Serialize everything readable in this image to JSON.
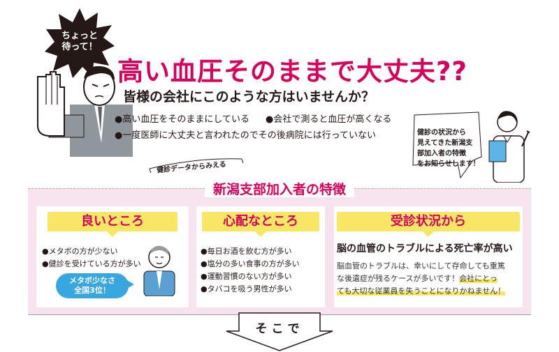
{
  "burst": {
    "line1": "ちょっと",
    "line2": "待って！",
    "color": "#231815"
  },
  "header": {
    "title": "高い血圧そのままで大丈夫??",
    "title_color": "#d7005b",
    "subtitle": "皆様の会社にこのような方はいませんか？",
    "bullets": [
      "●高い血圧をそのままにしている",
      "●会社で測ると血圧が高くなる",
      "●一度医師に大丈夫と言われたのでその後病院には行っていない"
    ]
  },
  "doctor_bubble": {
    "lines": [
      "健診の状況から",
      "見えてきた新潟支",
      "部加入者の特徴",
      "をお知らせします！"
    ]
  },
  "tag": "健診データからみえる",
  "band": {
    "title": "新潟支部加入者の特徴",
    "bg_color": "#f6e3ee"
  },
  "col_good": {
    "heading": "良いところ",
    "items": [
      "●メタボの方が少ない",
      "●健診を受けている方が多い"
    ],
    "badge_line1": "メタボ少なさ",
    "badge_line2": "全国3位！",
    "badge_color": "#36a7df"
  },
  "col_worry": {
    "heading": "心配なところ",
    "items": [
      "●毎日お酒を飲む方が多い",
      "●塩分の多い食事の方が多い",
      "●運動習慣のない方が多い",
      "●タバコを吸う男性が多い"
    ]
  },
  "col_visit": {
    "heading": "受診状況から",
    "subheading": "脳の血管のトラブルによる死亡率が高い",
    "body1": "脳血管のトラブルは、幸いにして存命しても重篤",
    "body2a": "な後遺症が残るケースが多いです！",
    "body2b": "会社にとっ",
    "body3": "ても大切な従業員を失うことになりかねません！"
  },
  "heading_color": "#f8e765",
  "footer": {
    "label": "そこで"
  }
}
